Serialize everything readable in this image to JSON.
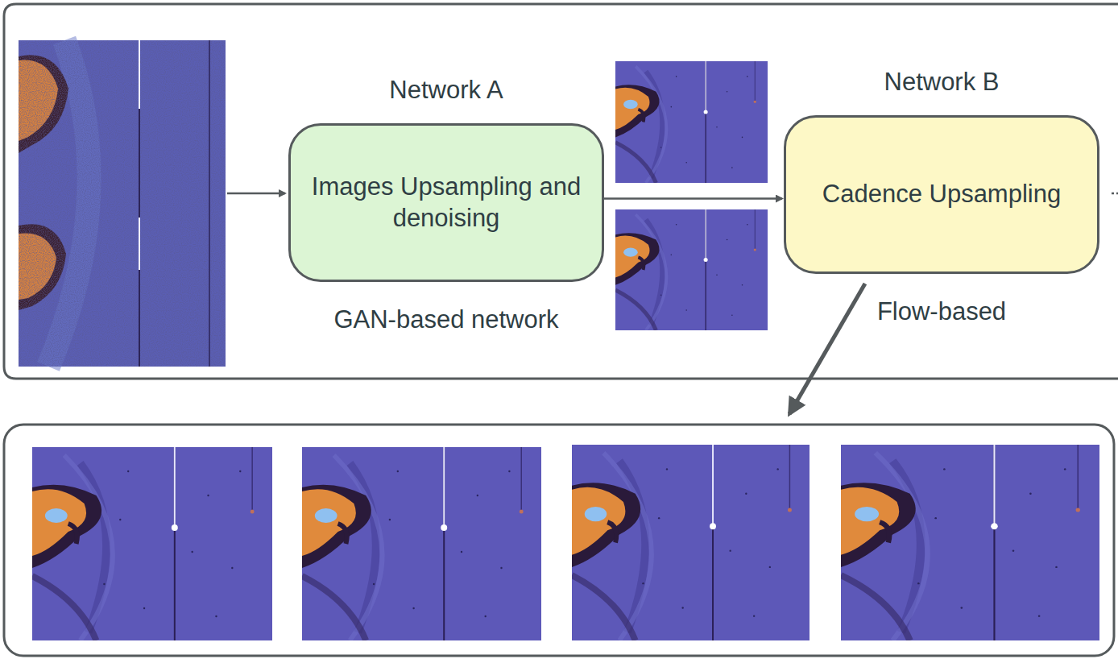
{
  "diagram": {
    "nodes": [
      {
        "text": [
          "Network A",
          "Images Upsampling and denoising",
          "GAN-based network"
        ]
      },
      {
        "text": [
          "Network B",
          "Cadence Upsampling",
          "Flow-based"
        ]
      }
    ],
    "edges": [
      {
        "from": 0,
        "to": 1,
        "arrow": "to"
      }
    ]
  }
}
